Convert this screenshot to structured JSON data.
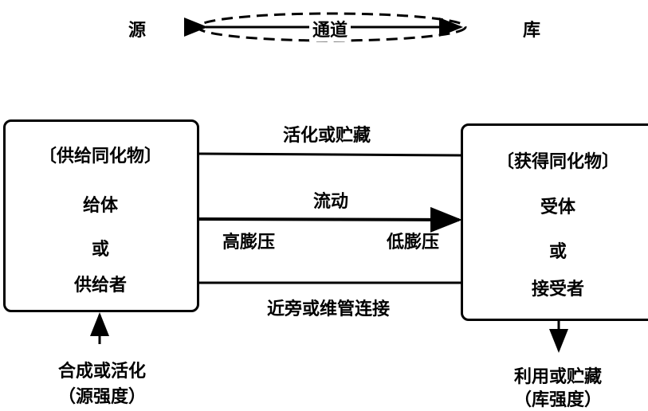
{
  "top": {
    "source": "源",
    "channel": "通道",
    "sink": "库"
  },
  "source_box": {
    "header": "〔供给同化物〕",
    "line1": "给体",
    "line2": "或",
    "line3": "供给者"
  },
  "sink_box": {
    "header": "〔获得同化物〕",
    "line1": "受体",
    "line2": "或",
    "line3": "接受者"
  },
  "channel": {
    "top_label": "活化或贮藏",
    "flow_label": "流动",
    "high_label": "高膨压",
    "low_label": "低膨压",
    "bottom_label": "近旁或维管连接"
  },
  "source_input": {
    "line1": "合成或活化",
    "line2": "（源强度）"
  },
  "sink_output": {
    "line1": "利用或贮藏",
    "line2": "（库强度）"
  }
}
